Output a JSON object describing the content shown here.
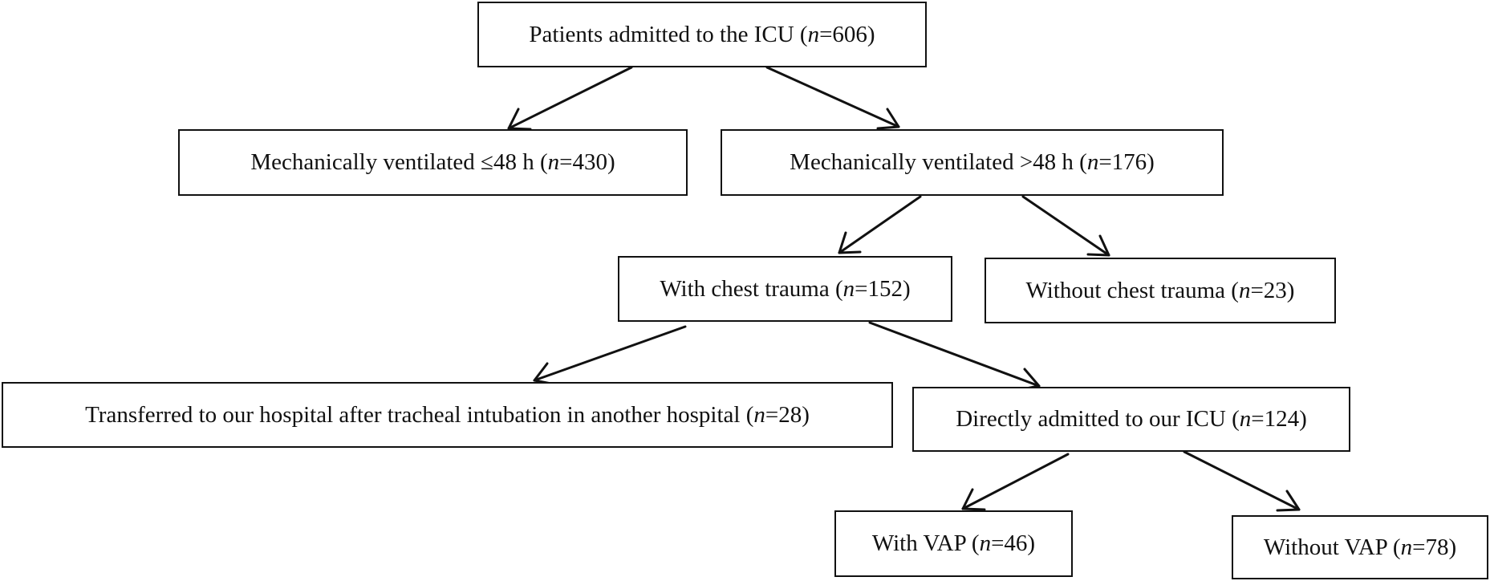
{
  "nodes": {
    "admitted": {
      "label": "Patients  admitted  to the ICU (",
      "n_var": "n",
      "n_value": "=606)"
    },
    "vent_le48": {
      "label": "Mechanically   ventilated ≤48 h (",
      "n_var": "n",
      "n_value": "=430)"
    },
    "vent_gt48": {
      "label": "Mechanically ventilated >48 h (",
      "n_var": "n",
      "n_value": "=176)"
    },
    "with_chest": {
      "label": "With chest trauma (",
      "n_var": "n",
      "n_value": "=152)"
    },
    "without_chest": {
      "label": "Without chest trauma (",
      "n_var": "n",
      "n_value": "=23)"
    },
    "transferred": {
      "label": "Transferred to our  hospital after tracheal intubation in another hospital (",
      "n_var": "n",
      "n_value": "=28)"
    },
    "direct": {
      "label": "Directly admitted to our ICU (",
      "n_var": "n",
      "n_value": "=124)"
    },
    "with_vap": {
      "label": "With VAP (",
      "n_var": "n",
      "n_value": "=46)"
    },
    "without_vap": {
      "label": "Without VAP (",
      "n_var": "n",
      "n_value": "=78)"
    }
  },
  "edges": [
    {
      "from": "admitted",
      "to": "vent_le48"
    },
    {
      "from": "admitted",
      "to": "vent_gt48"
    },
    {
      "from": "vent_gt48",
      "to": "with_chest"
    },
    {
      "from": "vent_gt48",
      "to": "without_chest"
    },
    {
      "from": "with_chest",
      "to": "transferred"
    },
    {
      "from": "with_chest",
      "to": "direct"
    },
    {
      "from": "direct",
      "to": "with_vap"
    },
    {
      "from": "direct",
      "to": "without_vap"
    }
  ]
}
